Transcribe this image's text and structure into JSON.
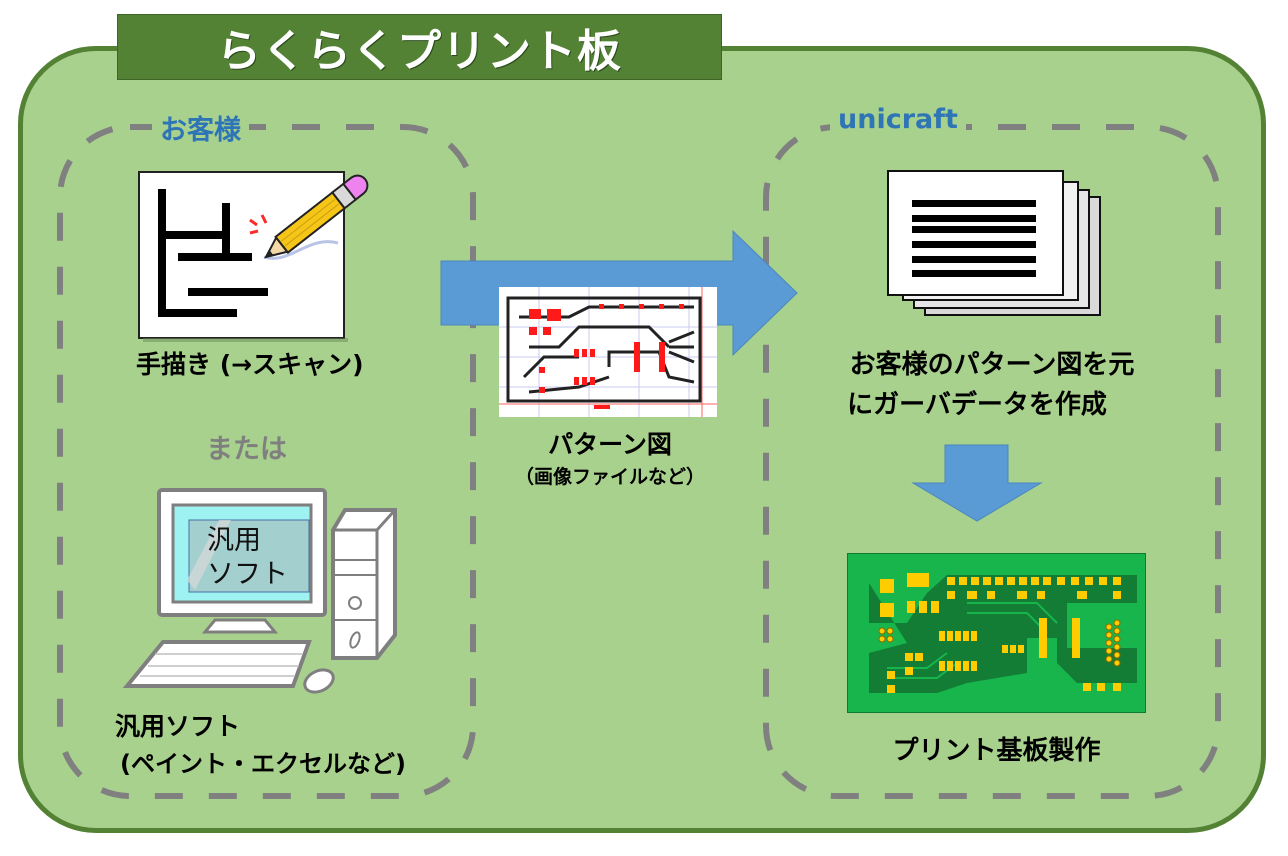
{
  "title": "らくらくプリント板",
  "colors": {
    "background": "#a9d18e",
    "frame_border": "#548235",
    "banner": "#548235",
    "section_label": "#2e75b6",
    "arrow": "#5b9bd5",
    "dashed_border": "#808080",
    "pcb_green": "#17b54c",
    "pcb_pad": "#ffcc00"
  },
  "customer_section": {
    "label": "お客様",
    "hand_drawing": {
      "icon": "pencil-drawing-icon",
      "caption": "手描き (→スキャン)"
    },
    "or_label": "または",
    "software": {
      "icon": "desktop-computer-icon",
      "screen_text_line1": "汎用",
      "screen_text_line2": "ソフト",
      "caption_line1": "汎用ソフト",
      "caption_line2": "(ペイント・エクセルなど)"
    }
  },
  "transfer": {
    "icon": "right-arrow-icon",
    "image_icon": "pattern-diagram-image",
    "caption_line1": "パターン図",
    "caption_line2": "（画像ファイルなど）"
  },
  "unicraft_section": {
    "label": "unicraft",
    "gerber": {
      "icon": "document-stack-icon",
      "caption_line1": "お客様のパターン図を元",
      "caption_line2": "にガーバデータを作成"
    },
    "flow_icon": "down-arrow-icon",
    "pcb": {
      "icon": "pcb-board-image",
      "caption": "プリント基板製作"
    }
  }
}
